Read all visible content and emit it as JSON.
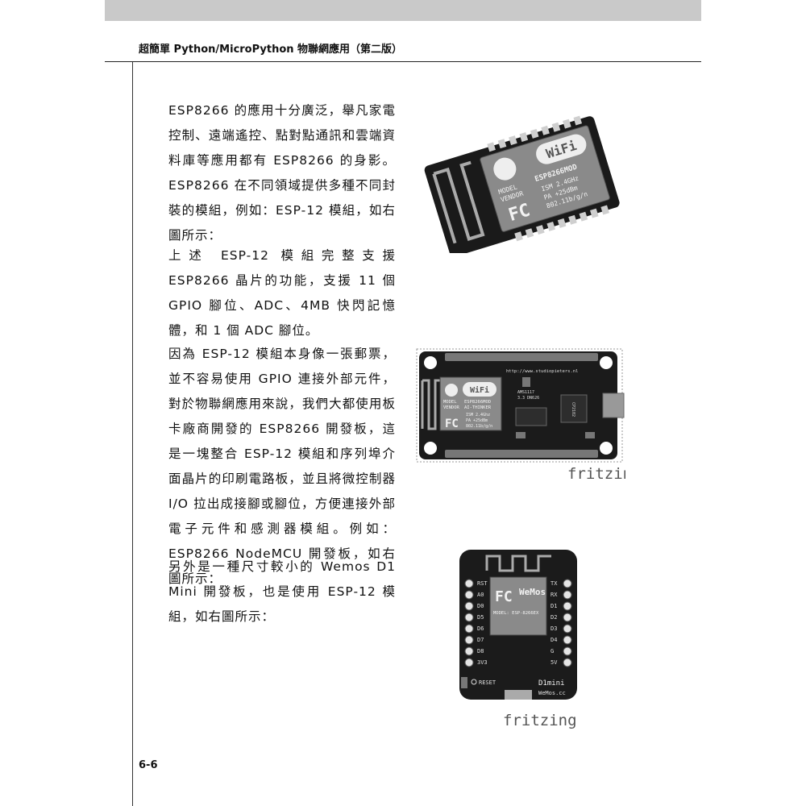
{
  "header": {
    "running_title": "超簡單 Python/MicroPython 物聯網應用（第二版）"
  },
  "paragraphs": {
    "p1": "ESP8266 的應用十分廣泛，舉凡家電控制、遠端遙控、點對點通訊和雲端資料庫等應用都有 ESP8266 的身影。ESP8266 在不同領域提供多種不同封裝的模組，例如：ESP-12 模組，如右圖所示：",
    "p2": "上述 ESP-12 模組完整支援 ESP8266 晶片的功能，支援 11 個 GPIO 腳位、ADC、4MB 快閃記憶體，和 1 個 ADC 腳位。",
    "p3": "因為 ESP-12 模組本身像一張郵票，並不容易使用 GPIO 連接外部元件，對於物聯網應用來說，我們大都使用板卡廠商開發的 ESP8266 開發板，這是一塊整合 ESP-12 模組和序列埠介面晶片的印刷電路板，並且將微控制器 I/O 拉出成接腳或腳位，方便連接外部電子元件和感測器模組。例如：ESP8266 NodeMCU 開發板，如右圖所示：",
    "p4": "另外是一種尺寸較小的 Wemos D1 Mini 開發板，也是使用 ESP-12 模組，如右圖所示："
  },
  "figures": {
    "esp12": {
      "wifi": "WiFi",
      "model": "ESP8266MOD",
      "model_label": "MODEL",
      "vendor_label": "VENDOR",
      "specs": [
        "ISM 2.4GHz",
        "PA +25dBm",
        "802.11b/g/n"
      ],
      "fcc": "FC"
    },
    "nodemcu": {
      "url": "http://www.studiopieters.nl",
      "wifi": "WiFi",
      "model_label": "MODEL",
      "vendor_label": "VENDOR",
      "model": "ESP8266MOD",
      "vendor": "AI-THINKER",
      "specs": [
        "ISM 2.4Ghz",
        "PA +25dBm",
        "802.11b/g/n"
      ],
      "fcc": "FC",
      "regulator": [
        "AMS1117",
        "3.3 DN626"
      ],
      "chip": "CP2102",
      "credit": "fritzing"
    },
    "wemos": {
      "fcc": "FC",
      "brand": "WeMos",
      "model": "MODEL: ESP-8266EX",
      "reset": "RESET",
      "board": "D1mini",
      "site": "WeMos.cc",
      "left_pins": [
        "RST",
        "A0",
        "D0",
        "D5",
        "D6",
        "D7",
        "D8",
        "3V3"
      ],
      "right_pins": [
        "TX",
        "RX",
        "D1",
        "D2",
        "D3",
        "D4",
        "G",
        "5V"
      ],
      "credit": "fritzing"
    }
  },
  "page_number": "6-6"
}
